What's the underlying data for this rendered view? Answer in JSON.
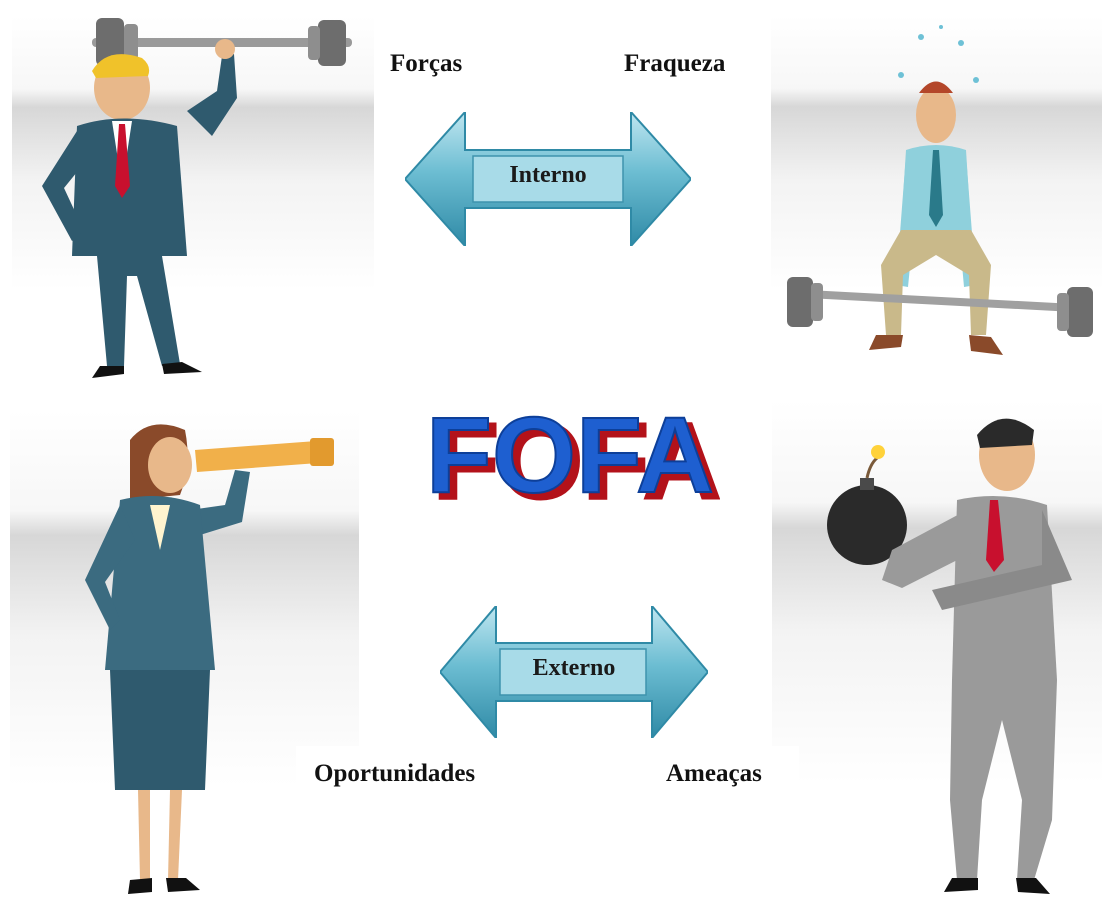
{
  "labels": {
    "strengths": "Forças",
    "weaknesses": "Fraqueza",
    "opportunities": "Oportunidades",
    "threats": "Ameaças"
  },
  "arrows": {
    "internal": "Interno",
    "external": "Externo"
  },
  "title": "FOFA",
  "colors": {
    "arrow_fill": "#67b9cf",
    "arrow_dark": "#2f8aa6",
    "title_blue": "#1e5fd0",
    "title_shadow": "#b3121a",
    "suit_blue": "#2f5a6e",
    "tie_red": "#c8102e"
  }
}
